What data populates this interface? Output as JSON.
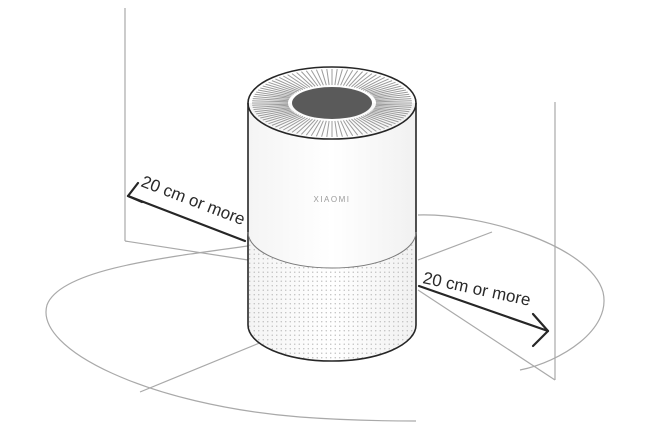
{
  "brand_logo": "XIAOMI",
  "left_clearance_label": "20 cm or more",
  "right_clearance_label": "20 cm or more",
  "colors": {
    "outline": "#262626",
    "guide_lines": "#a9a9a9",
    "top_grille_center": "#5a5a5a",
    "background": "#ffffff"
  }
}
